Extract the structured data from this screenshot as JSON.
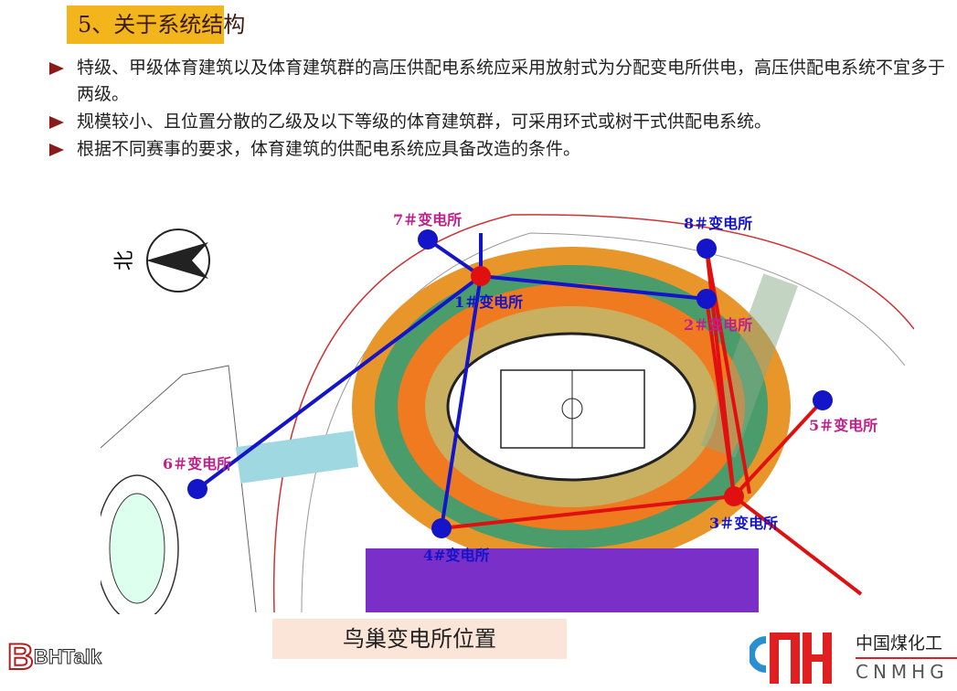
{
  "title": "5、关于系统结构",
  "bullets": [
    "特级、甲级体育建筑以及体育建筑群的高压供配电系统应采用放射式为分配变电所供电，高压供配电系统不宜多于两级。",
    "规模较小、且位置分散的乙级及以下等级的体育建筑群，可采用环式或树干式供配电系统。",
    "根据不同赛事的要求，体育建筑的供配电系统应具备改造的条件。"
  ],
  "map": {
    "north_label": "北",
    "substations": {
      "s1": "1＃变电所",
      "s2": "2＃变电所",
      "s3": "3＃变电所",
      "s4": "4#变电所",
      "s5": "5＃变电所",
      "s6": "6＃变电所",
      "s7": "7＃变电所",
      "s8": "8＃变电所"
    }
  },
  "caption": "鸟巢变电所位置",
  "logos": {
    "bhtalk": "BHTalk",
    "cnmhg_cn": "中国煤化工",
    "cnmhg_en": "CNMHG"
  },
  "colors": {
    "title_bg": "#f2b51c",
    "blue": "#1414c8",
    "red": "#e01010",
    "label": "#c0208a"
  }
}
